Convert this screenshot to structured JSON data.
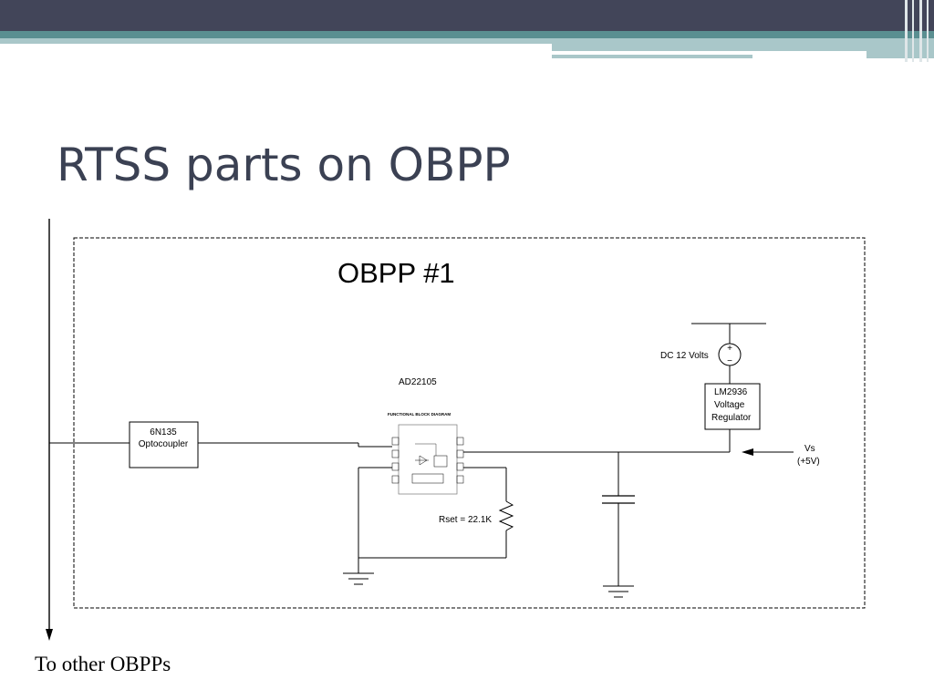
{
  "slide": {
    "title": "RTSS parts on OBPP",
    "footer": "To other OBPPs"
  },
  "diagram": {
    "board_title": "OBPP #1",
    "chip_label": "AD22105",
    "chip_caption": "FUNCTIONAL BLOCK DIAGRAM",
    "opto_line1": "6N135",
    "opto_line2": "Optocoupler",
    "supply_label": "DC 12 Volts",
    "regulator_line1": "LM2936",
    "regulator_line2": "Voltage",
    "regulator_line3": "Regulator",
    "vs_line1": "Vs",
    "vs_line2": "(+5V)",
    "resistor_label": "Rset = 22.1K",
    "plus_sign": "+",
    "minus_sign": "−"
  },
  "colors": {
    "header_dark": "#424559",
    "header_teal": "#5a8f91",
    "header_light": "#a9c7c9",
    "title": "#3b4153"
  }
}
